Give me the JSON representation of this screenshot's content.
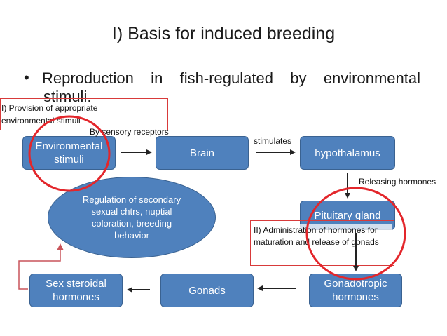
{
  "title": "I) Basis for induced breeding",
  "bullet": {
    "line1": "Reproduction in fish-regulated by environmental",
    "line2": "stimuli."
  },
  "nodes": {
    "environmental": "Environmental stimuli",
    "brain": "Brain",
    "hypothalamus": "hypothalamus",
    "pituitary": "Pituitary gland",
    "gonadotropic": "Gonadotropic hormones",
    "gonads": "Gonads",
    "sex_steroidal": "Sex steroidal hormones",
    "regulation": "Regulation of secondary sexual chtrs, nuptial coloration, breeding behavior"
  },
  "labels": {
    "sensory": "By sensory receptors",
    "stimulates": "stimulates",
    "releasing": "Releasing hormones"
  },
  "notes": {
    "provision": "I) Provision of appropriate environmental stimuli",
    "administration": "II) Administration of hormones for maturation and release of gonads"
  },
  "colors": {
    "box_fill": "#4f81bd",
    "highlight_red": "#e3262b"
  }
}
